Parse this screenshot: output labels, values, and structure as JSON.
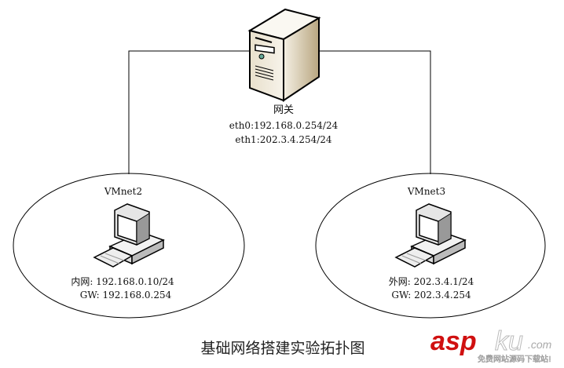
{
  "gateway": {
    "label": "网关",
    "eth0": "eth0:192.168.0.254/24",
    "eth1": "eth1:202.3.4.254/24",
    "icon": "server-icon"
  },
  "networks": [
    {
      "name": "VMnet2",
      "ip_line": "内网: 192.168.0.10/24",
      "gw_line": "GW: 192.168.0.254",
      "icon": "pc-icon"
    },
    {
      "name": "VMnet3",
      "ip_line": "外网: 202.3.4.1/24",
      "gw_line": "GW: 202.3.4.254",
      "icon": "pc-icon"
    }
  ],
  "caption": "基础网络搭建实验拓扑图",
  "watermark": {
    "brand_a": "asp",
    "brand_b": "ku",
    "suffix": ".com",
    "tagline": "免费网站源码下载站!",
    "color": "#d01010"
  }
}
